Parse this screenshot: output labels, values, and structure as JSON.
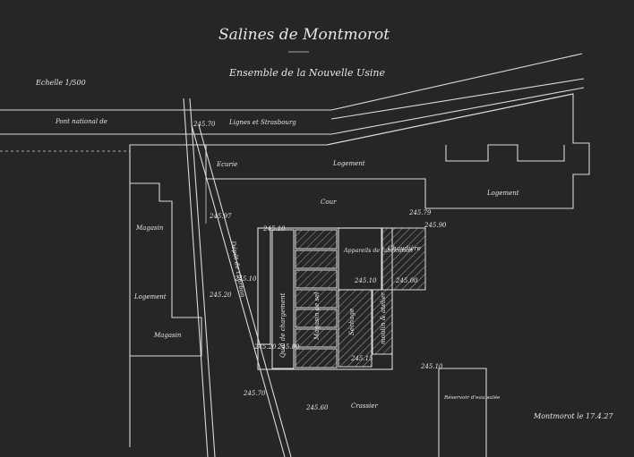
{
  "title": "Salines de Montmorot",
  "subtitle": "Ensemble de la Nouvelle Usine",
  "scale": "Echelle 1/500",
  "railway_label": "Pont national de",
  "rail_destination": "Lignes et Strasbourg",
  "signature": "Montmorot le 17.4.27",
  "rooms": {
    "ecurie": "Ecurie",
    "logement_top": "Logement",
    "logement_right": "Logement",
    "cour": "Cour",
    "magasin_left": "Magasin",
    "logement_left": "Logement",
    "magasin_bottom": "Magasin",
    "depot_charbon": "Dépôt de charbon",
    "quai": "Quai de chargement",
    "magasin_sel": "Magasin de sel",
    "appareils": "Appareils de fabrication",
    "chaudiere": "Chaudière",
    "sechage": "Séchage",
    "moulin_atelier": "moulin & atelier",
    "reservoir": "Réservoir d'eau salée",
    "crassier": "Crassier"
  },
  "levels": {
    "l1": "245.70",
    "l2": "245.97",
    "l3": "245.10",
    "l4": "245.90",
    "l5": "245.79",
    "l6": "245.20",
    "l7": "245.20",
    "l8": "245.80",
    "l9": "245.10",
    "l10": "245.00",
    "l11": "245.15",
    "l12": "245.70",
    "l13": "245.60",
    "l14": "245.10",
    "l15": "245.10"
  },
  "colors": {
    "paper": "#262626",
    "ink": "#e6e6e6"
  }
}
